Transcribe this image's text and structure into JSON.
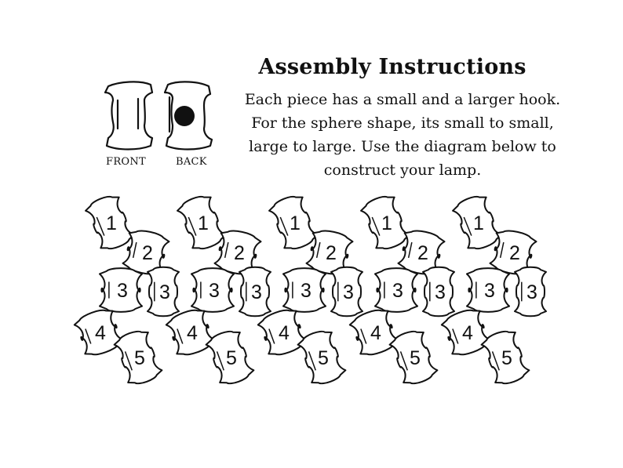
{
  "title": "Assembly Instructions",
  "instructions": [
    "Each piece has a small and a larger hook.",
    "For the sphere shape, its small to small,",
    "large to large. Use the diagram below to",
    "construct your lamp."
  ],
  "legend": {
    "front_label": "FRONT",
    "back_label": "BACK"
  },
  "diagram": {
    "columns": 5,
    "piece_numbers": [
      "1",
      "2",
      "3",
      "3",
      "4",
      "5"
    ]
  }
}
